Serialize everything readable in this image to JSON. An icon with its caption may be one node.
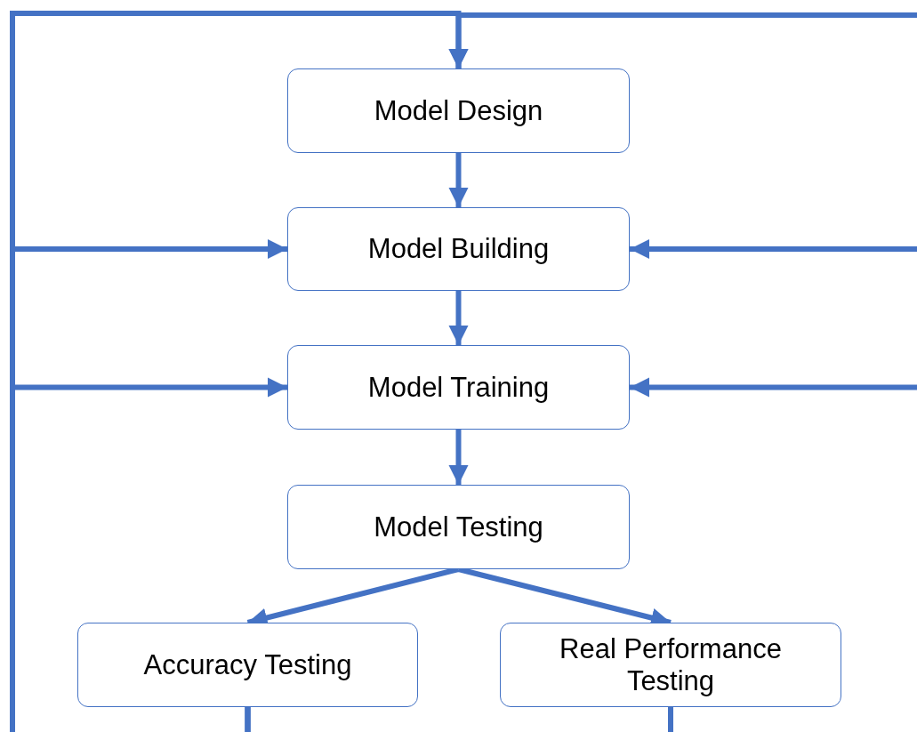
{
  "diagram": {
    "nodes": [
      {
        "text": [
          "Model Design"
        ]
      },
      {
        "text": [
          "Model Building"
        ]
      },
      {
        "text": [
          "Model Training"
        ]
      },
      {
        "text": [
          "Model Testing"
        ]
      },
      {
        "text": [
          "Accuracy Testing"
        ]
      },
      {
        "text": [
          "Real Performance Testing"
        ]
      }
    ],
    "edges": [
      {
        "from": 0,
        "to": 1,
        "arrow": "to"
      },
      {
        "from": 1,
        "to": 2,
        "arrow": "to"
      },
      {
        "from": 2,
        "to": 3,
        "arrow": "to"
      },
      {
        "from": 3,
        "to": 4,
        "arrow": "to"
      },
      {
        "from": 3,
        "to": 5,
        "arrow": "to"
      },
      {
        "from": 4,
        "to": 0,
        "arrow": "to"
      },
      {
        "from": 4,
        "to": 1,
        "arrow": "to"
      },
      {
        "from": 4,
        "to": 2,
        "arrow": "to"
      },
      {
        "from": 5,
        "to": 0,
        "arrow": "to"
      },
      {
        "from": 5,
        "to": 1,
        "arrow": "to"
      },
      {
        "from": 5,
        "to": 2,
        "arrow": "to"
      }
    ]
  }
}
